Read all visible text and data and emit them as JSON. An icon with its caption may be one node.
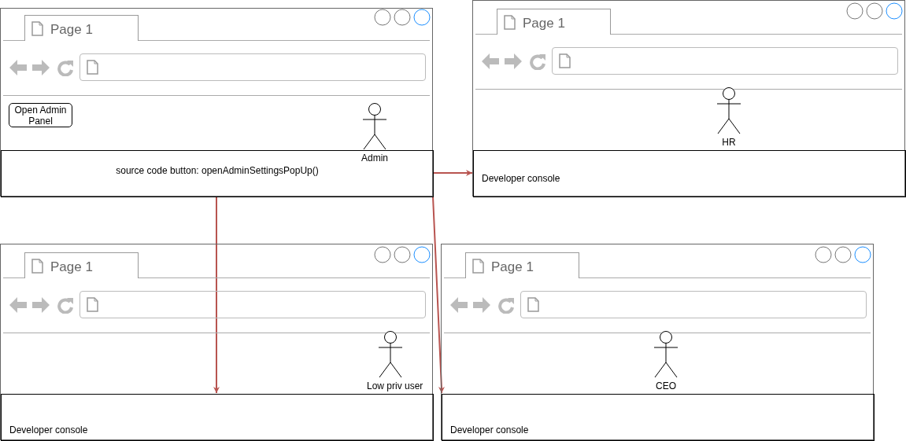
{
  "diagram": {
    "nodes": [
      {
        "text": [
          "Page 1"
        ]
      },
      {
        "text": [
          "Open Admin Panel"
        ],
        "in": 0
      },
      {
        "text": [
          "Admin"
        ],
        "in": 0
      },
      {
        "text": [
          "source code button: openAdminSettingsPopUp()"
        ],
        "in": 0
      },
      {
        "text": [
          "Page 1"
        ]
      },
      {
        "text": [
          "HR"
        ],
        "in": 4
      },
      {
        "text": [
          "Developer console"
        ],
        "in": 4
      },
      {
        "text": [
          "Page 1"
        ]
      },
      {
        "text": [
          "Low priv user"
        ],
        "in": 7
      },
      {
        "text": [
          "Developer console"
        ],
        "in": 7
      },
      {
        "text": [
          "Page 1"
        ]
      },
      {
        "text": [
          "CEO"
        ],
        "in": 10
      },
      {
        "text": [
          "Developer console"
        ],
        "in": 10
      }
    ],
    "edges": [
      {
        "from": 3,
        "to": 6,
        "arrow": "to"
      },
      {
        "from": 3,
        "to": 9,
        "arrow": "to"
      },
      {
        "from": 3,
        "to": 12,
        "arrow": "to"
      }
    ]
  }
}
